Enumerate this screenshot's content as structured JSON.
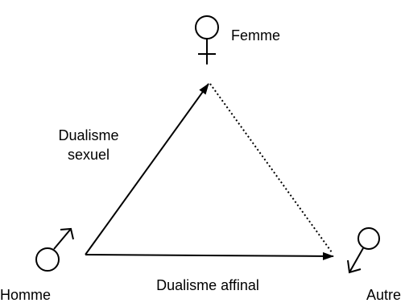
{
  "nodes": {
    "femme": {
      "label": "Femme",
      "symbol": "female-symbol-icon"
    },
    "homme": {
      "label": "Homme",
      "symbol": "male-symbol-icon"
    },
    "autre": {
      "label": "Autre",
      "symbol": "other-symbol-icon"
    }
  },
  "edges": {
    "sexuel": {
      "label_line1": "Dualisme",
      "label_line2": "sexuel",
      "style": "solid-arrow"
    },
    "affinal": {
      "label": "Dualisme affinal",
      "style": "solid-arrow"
    },
    "femme_autre": {
      "style": "dotted"
    }
  },
  "colors": {
    "stroke": "#000000",
    "background": "#ffffff"
  }
}
